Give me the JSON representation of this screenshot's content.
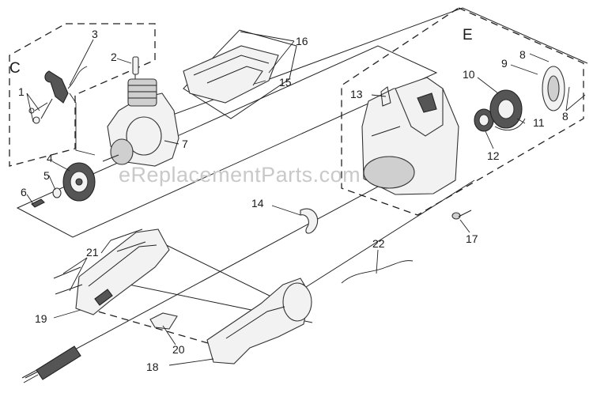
{
  "watermark": "eReplacementParts.com",
  "group_labels": {
    "c": "C",
    "e": "E"
  },
  "callouts": {
    "p1": "1",
    "p2": "2",
    "p3": "3",
    "p4": "4",
    "p5": "5",
    "p6": "6",
    "p7": "7",
    "p8a": "8",
    "p8b": "8",
    "p9": "9",
    "p10": "10",
    "p11": "11",
    "p12": "12",
    "p13": "13",
    "p14": "14",
    "p15": "15",
    "p16": "16",
    "p17": "17",
    "p18": "18",
    "p19": "19",
    "p20": "20",
    "p21": "21",
    "p22": "22"
  }
}
